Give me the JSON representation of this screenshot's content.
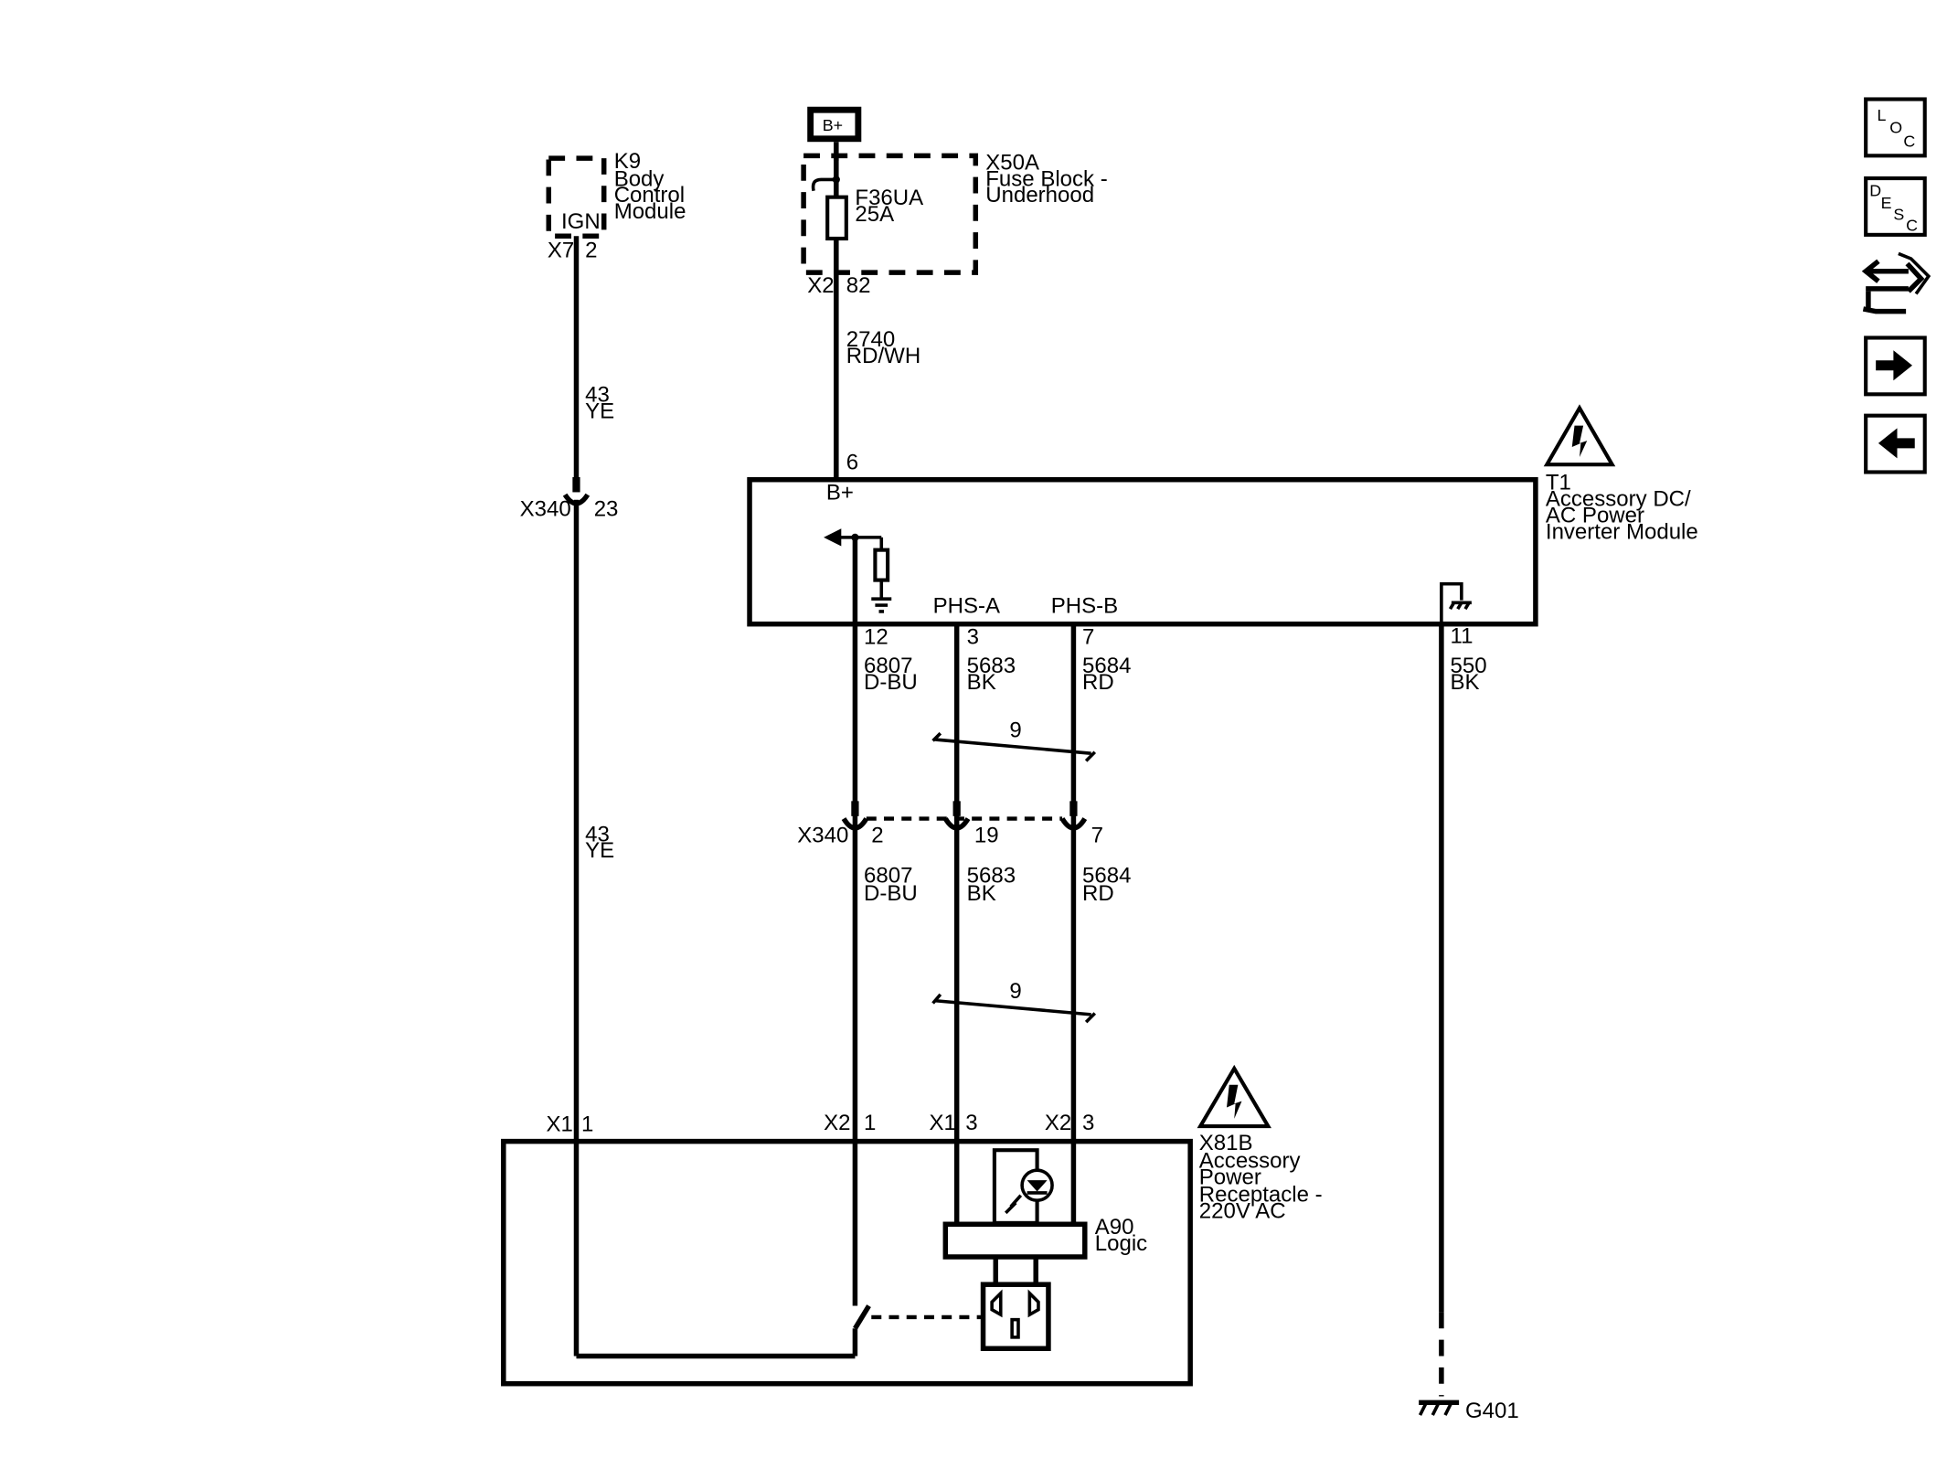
{
  "bcm": {
    "ref": "K9",
    "name_lines": [
      "Body",
      "Control",
      "Module"
    ],
    "pin_label": "IGN",
    "connector": "X7",
    "pin": "2"
  },
  "fuse_block": {
    "ref": "X50A",
    "name_lines": [
      "Fuse Block -",
      "Underhood"
    ],
    "fuse": "F36UA",
    "rating": "25A",
    "connector": "X2",
    "pin": "82",
    "supply": "B+"
  },
  "wires": {
    "w2740": {
      "circuit": "2740",
      "color": "RD/WH"
    },
    "w43_upper": {
      "circuit": "43",
      "color": "YE"
    },
    "w43_lower": {
      "circuit": "43",
      "color": "YE"
    },
    "w6807_upper": {
      "circuit": "6807",
      "color": "D-BU"
    },
    "w5683_upper": {
      "circuit": "5683",
      "color": "BK"
    },
    "w5684_upper": {
      "circuit": "5684",
      "color": "RD"
    },
    "w550": {
      "circuit": "550",
      "color": "BK"
    },
    "w6807_lower": {
      "circuit": "6807",
      "color": "D-BU"
    },
    "w5683_lower": {
      "circuit": "5683",
      "color": "BK"
    },
    "w5684_lower": {
      "circuit": "5684",
      "color": "RD"
    }
  },
  "x340_ign": {
    "connector": "X340",
    "pin": "23"
  },
  "x340_bus": {
    "connector": "X340",
    "pins": [
      "2",
      "19",
      "7"
    ]
  },
  "inverter": {
    "ref": "T1",
    "name_lines": [
      "Accessory DC/",
      "AC Power",
      "Inverter Module"
    ],
    "bplus_pin": "6",
    "bplus_label": "B+",
    "phase_a": "PHS-A",
    "phase_b": "PHS-B",
    "pins": [
      "12",
      "3",
      "7",
      "11"
    ]
  },
  "twist_upper": "9",
  "twist_lower": "9",
  "receptacle": {
    "ref": "X81B",
    "name_lines": [
      "Accessory",
      "Power",
      "Receptacle -",
      "220V AC"
    ],
    "pins": [
      {
        "connector": "X1",
        "pin": "1"
      },
      {
        "connector": "X2",
        "pin": "1"
      },
      {
        "connector": "X1",
        "pin": "3"
      },
      {
        "connector": "X2",
        "pin": "3"
      }
    ],
    "logic": {
      "ref": "A90",
      "name": "Logic"
    }
  },
  "ground": {
    "ref": "G401"
  },
  "nav": {
    "loc": [
      "L",
      "O",
      "C"
    ],
    "desc": [
      "D",
      "E",
      "S",
      "C"
    ],
    "icons": [
      "component-connector-icon",
      "next-page-arrow-icon",
      "previous-page-arrow-icon"
    ]
  }
}
